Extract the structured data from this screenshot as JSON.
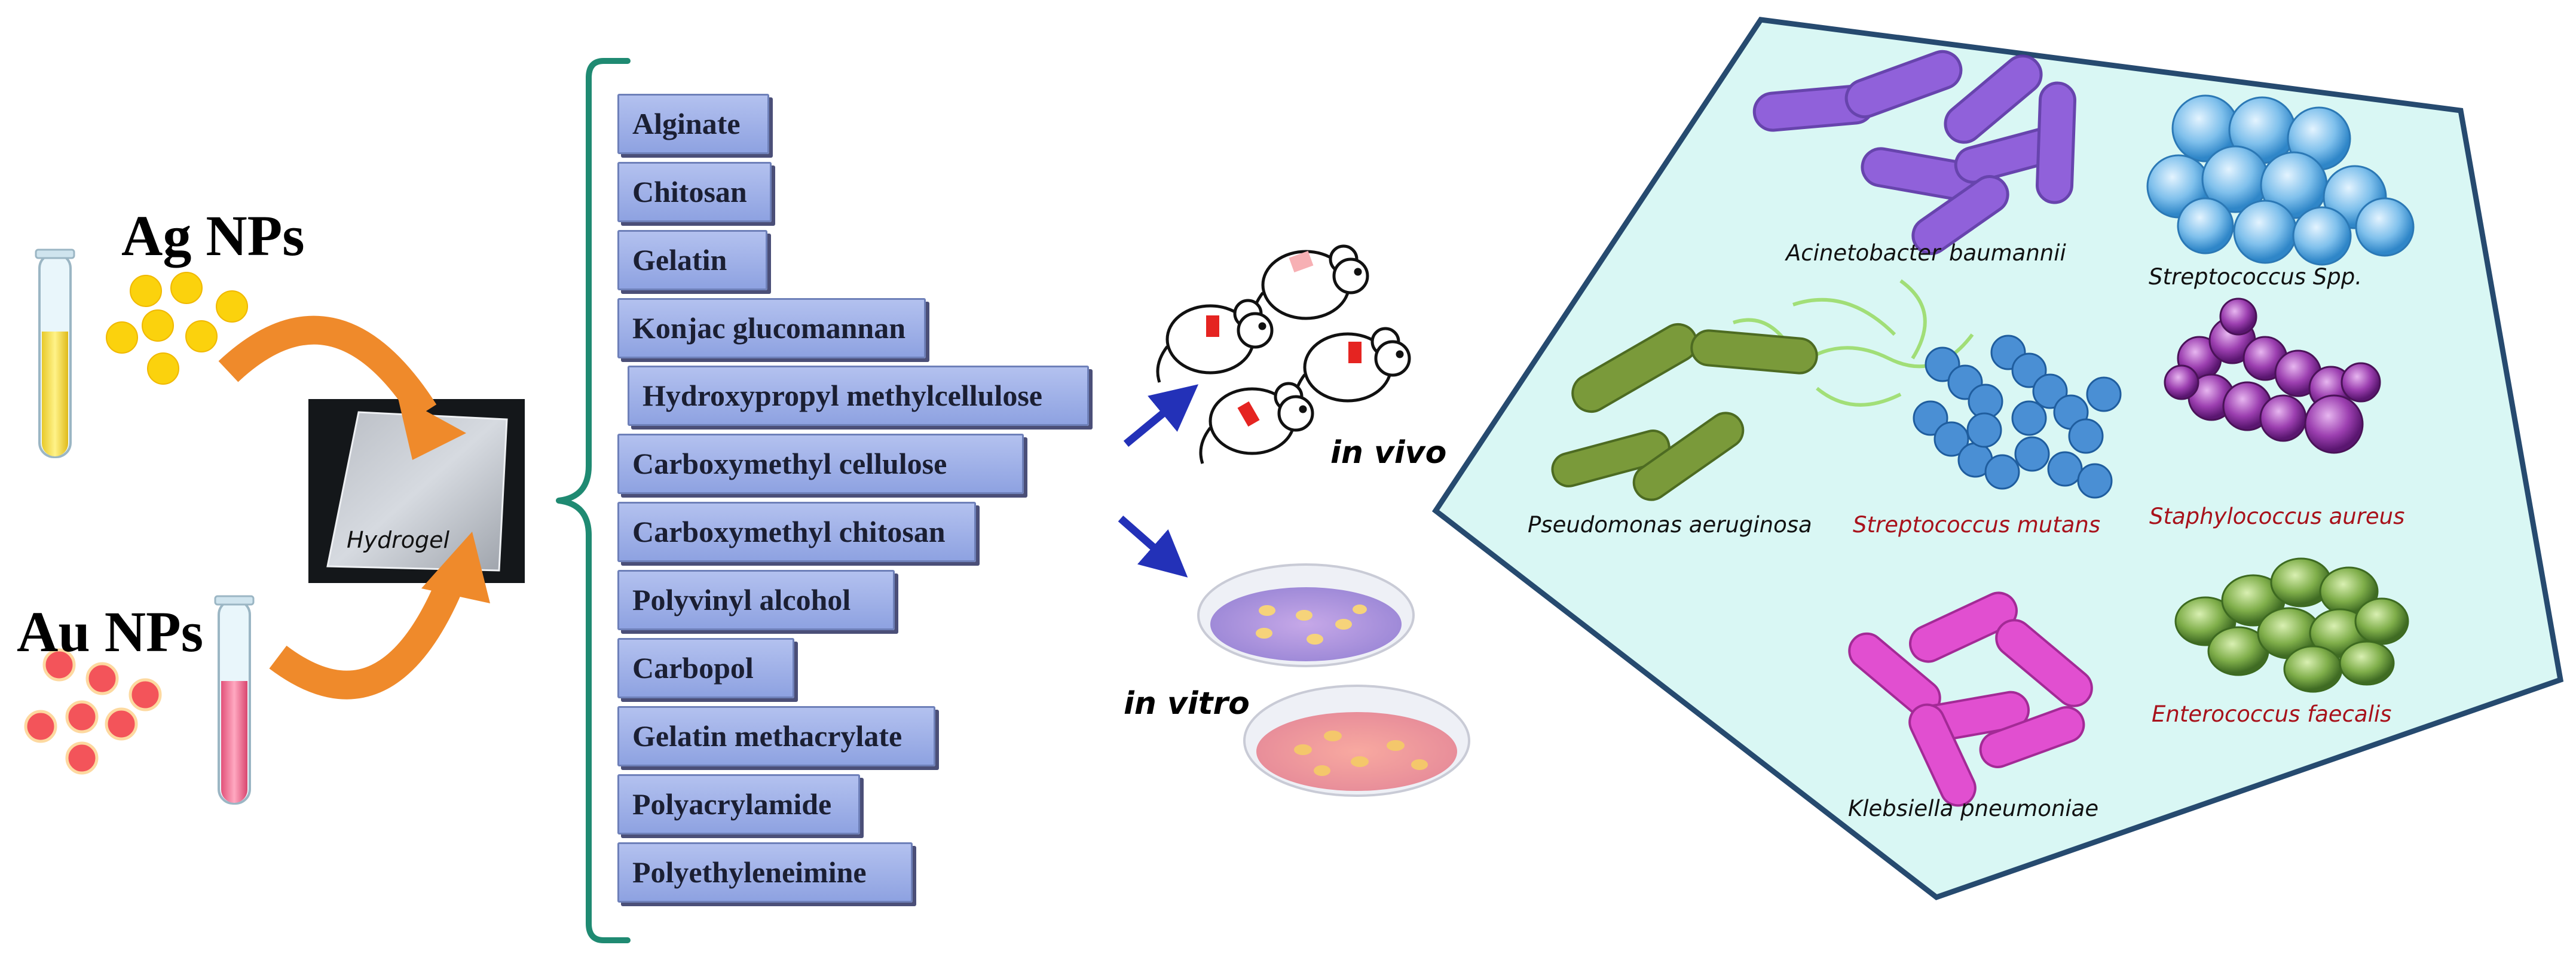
{
  "nanoparticles": [
    {
      "label": "Ag NPs",
      "color": "#fbd20d"
    },
    {
      "label": "Au NPs",
      "color": "#f3545a"
    }
  ],
  "hydrogel_label": "Hydrogel",
  "polymers": [
    "Alginate",
    "Chitosan",
    "Gelatin",
    "Konjac glucomannan",
    "Hydroxypropyl methylcellulose",
    "Carboxymethyl cellulose",
    "Carboxymethyl chitosan",
    "Polyvinyl alcohol",
    "Carbopol",
    "Gelatin methacrylate",
    "Polyacrylamide",
    "Polyethyleneimine"
  ],
  "testing": {
    "in_vivo": "in vivo",
    "in_vitro": "in vitro"
  },
  "bacteria": [
    {
      "name_part1": "Acinetobacter",
      "name_part2": "baumannii",
      "label_color": "black",
      "icon": "rod-bacteria-purple-icon"
    },
    {
      "name": "Streptococcus Spp.",
      "label_color": "black",
      "icon": "cocci-cluster-blue-icon"
    },
    {
      "name": "Pseudomonas aeruginosa",
      "label_color": "black",
      "icon": "flagellated-rod-green-icon"
    },
    {
      "name": "Streptococcus mutans",
      "label_color": "red",
      "icon": "cocci-chain-blue-icon"
    },
    {
      "name": "Staphylococcus aureus",
      "label_color": "red",
      "icon": "cocci-cluster-purple-icon"
    },
    {
      "name": "Klebsiella pneumoniae",
      "label_color": "black",
      "icon": "rod-bacteria-magenta-icon"
    },
    {
      "name": "Enterococcus faecalis",
      "label_color": "red",
      "icon": "cocci-green-icon"
    }
  ],
  "colors": {
    "bracket": "#1f8a72",
    "arrow_orange": "#ef8a2b",
    "arrow_blue": "#2331b8",
    "panel_fill": "#d9f7f4",
    "panel_border": "#264a6f",
    "label_red": "#a8121b"
  }
}
